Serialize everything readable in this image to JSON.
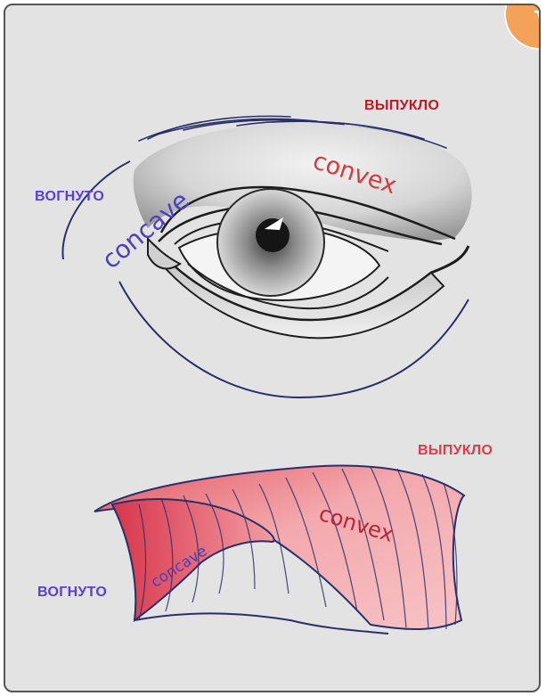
{
  "labels": {
    "top_convex_ru": "ВЫПУКЛО",
    "top_concave_ru": "ВОГНУТО",
    "top_convex_en": "convex",
    "top_concave_en": "concave",
    "bottom_convex_ru": "ВЫПУКЛО",
    "bottom_concave_ru": "ВОГНУТО",
    "bottom_convex_en": "convex",
    "bottom_concave_en": "concave"
  },
  "colors": {
    "panel_background": "#e3e3e3",
    "convex_label": "#b81b25",
    "concave_label": "#5a3fd6",
    "sheet_fill": "#f2a0a4",
    "outline": "#2a2f6a"
  },
  "icons": {
    "corner_badge": "cart-icon"
  }
}
